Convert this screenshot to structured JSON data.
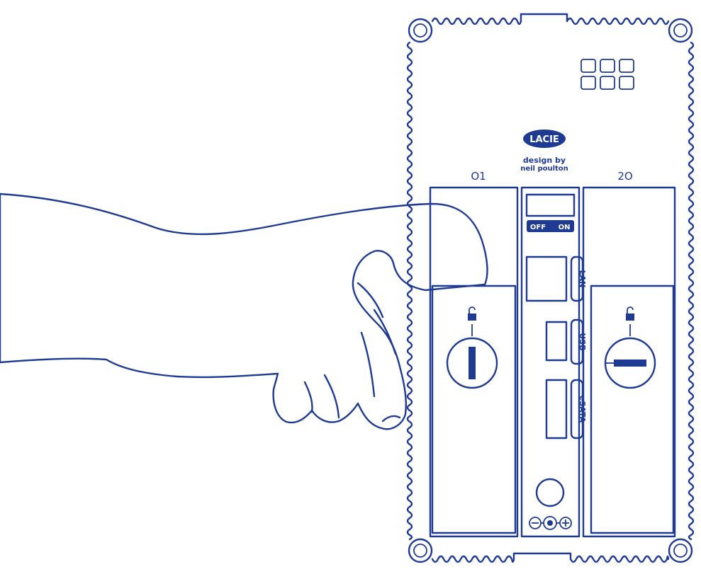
{
  "brand": {
    "logo_text": "LACIE",
    "tagline_line1": "design by",
    "tagline_line2": "neil poulton"
  },
  "bays": [
    {
      "number": "1",
      "slot_label": "O1",
      "lock_state": "unlocked"
    },
    {
      "number": "2",
      "slot_label": "2O",
      "lock_state": "unlocked"
    }
  ],
  "power_switch": {
    "off_label": "OFF",
    "on_label": "ON"
  },
  "ports": [
    {
      "name": "LAN"
    },
    {
      "name": "USB"
    },
    {
      "name": "eSATA"
    }
  ],
  "power_connector": {
    "minus_symbol": "⊖",
    "plus_symbol": "⊕"
  },
  "colors": {
    "line": "#1f3a93",
    "background": "#ffffff",
    "logo_fill": "#1f3a93"
  }
}
